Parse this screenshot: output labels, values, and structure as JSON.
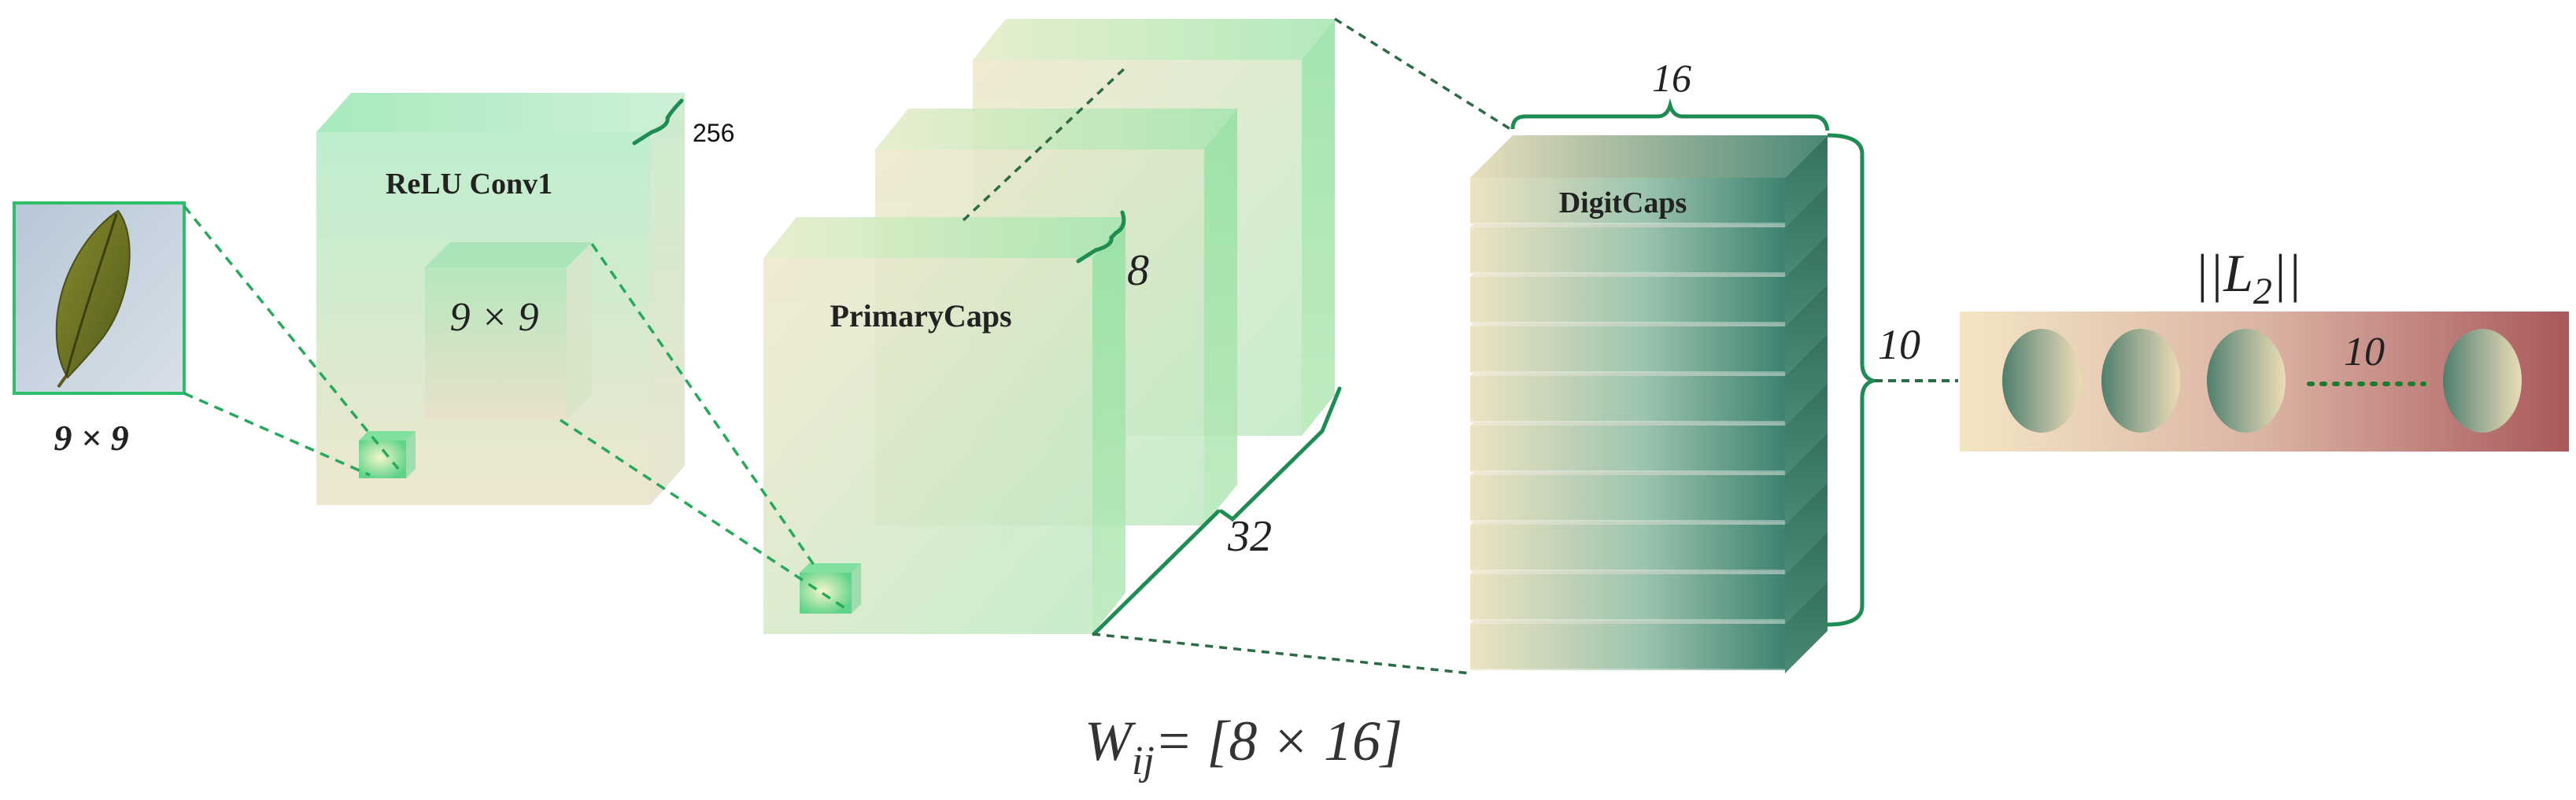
{
  "input": {
    "size_label": "9 × 9",
    "image_icon": "leaf-photo"
  },
  "relu_conv1": {
    "title": "ReLU Conv1",
    "kernel_label": "9 × 9",
    "depth_label": "256"
  },
  "primary_caps": {
    "title": "PrimaryCaps",
    "dim_label": "8",
    "count_label": "32"
  },
  "digit_caps": {
    "title": "DigitCaps",
    "dim_label": "16",
    "count_label": "10",
    "num_slices": 10
  },
  "output": {
    "title_pre": "||L",
    "title_sub": "2",
    "title_post": "||",
    "count_label": "10",
    "num_ovals_shown": 4
  },
  "weights": {
    "label_pre": "W",
    "label_sub": "ij",
    "label_post": "= [8 × 16]"
  },
  "colors": {
    "green_dashed": "#27a85a",
    "dark_dashed": "#2d6a46",
    "brace": "#1f8c54",
    "beige": "#eee4c8",
    "mint": "#a8e8c0",
    "teal": "#3d8470",
    "rose": "#a8585c",
    "text": "#222222"
  }
}
